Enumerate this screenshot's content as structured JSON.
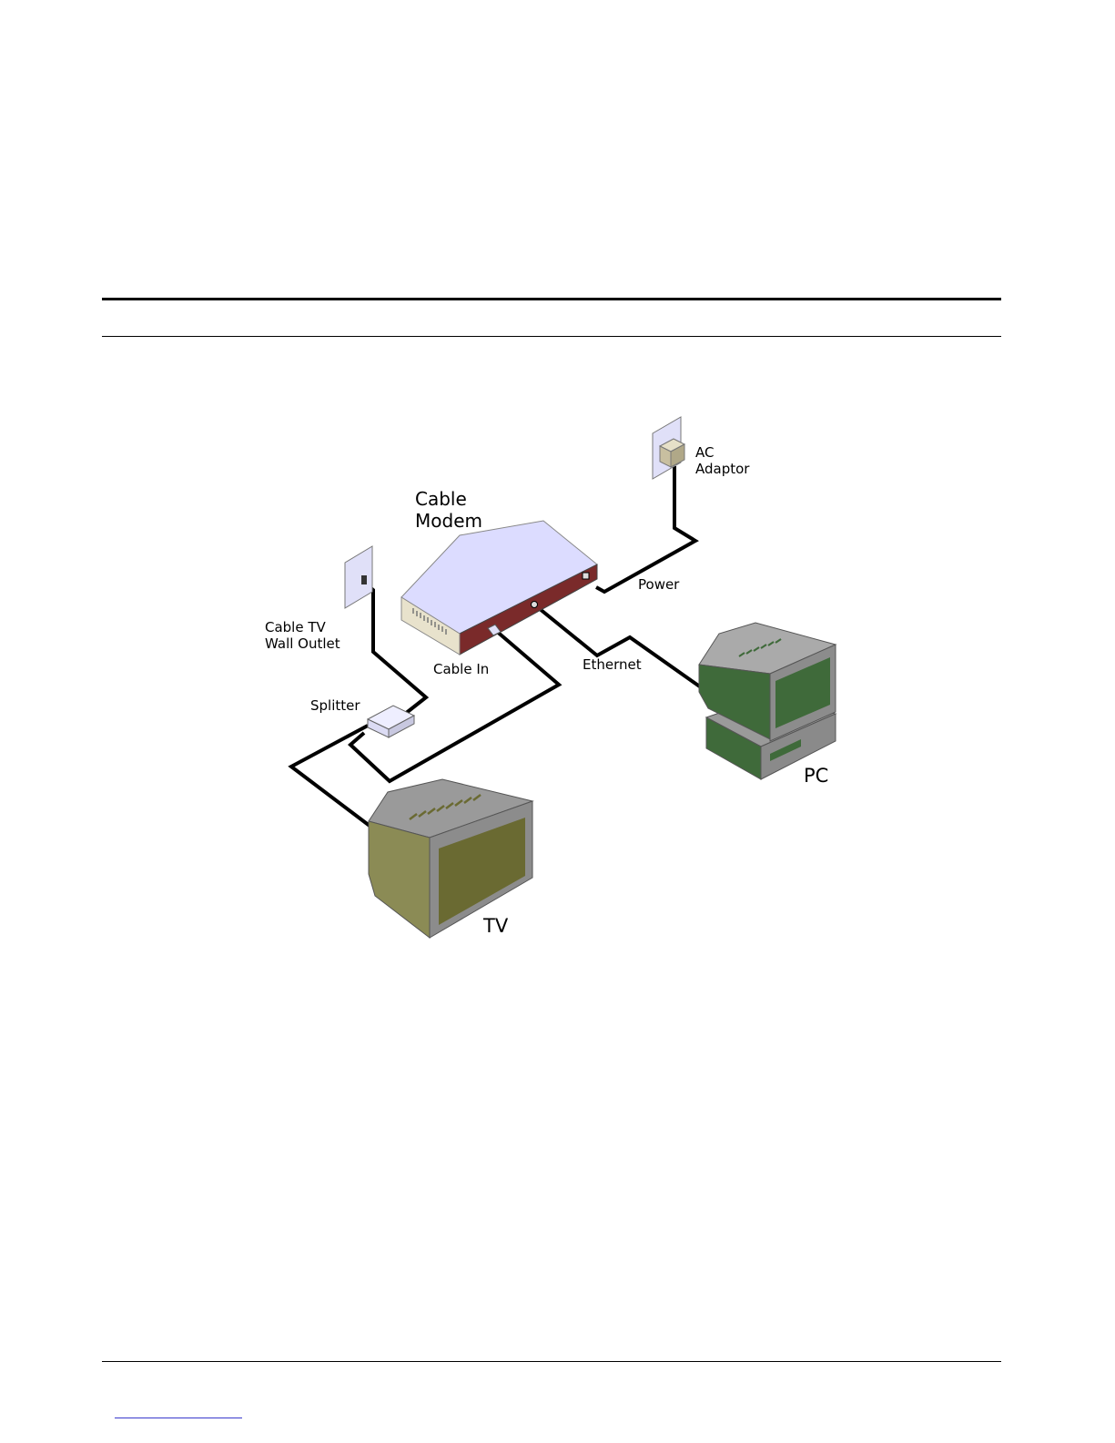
{
  "diagram": {
    "labels": {
      "cable_modem_line1": "Cable",
      "cable_modem_line2": "Modem",
      "ac_adaptor_line1": "AC",
      "ac_adaptor_line2": "Adaptor",
      "power": "Power",
      "cable_tv_line1": "Cable TV",
      "cable_tv_line2": "Wall Outlet",
      "cable_in": "Cable In",
      "ethernet": "Ethernet",
      "splitter": "Splitter",
      "pc": "PC",
      "tv": "TV"
    },
    "colors": {
      "modem_top": "#dcdcff",
      "modem_back": "#7a2a2a",
      "modem_front": "#e8e2cc",
      "wall_plate": "#e0e0f8",
      "adaptor": "#c8bfa0",
      "tv_screen": "#6a6a32",
      "tv_body": "#8b8b55",
      "pc_screen": "#3f6a3a",
      "monitor_frame": "#8c8c8c",
      "cable": "#000000"
    }
  }
}
